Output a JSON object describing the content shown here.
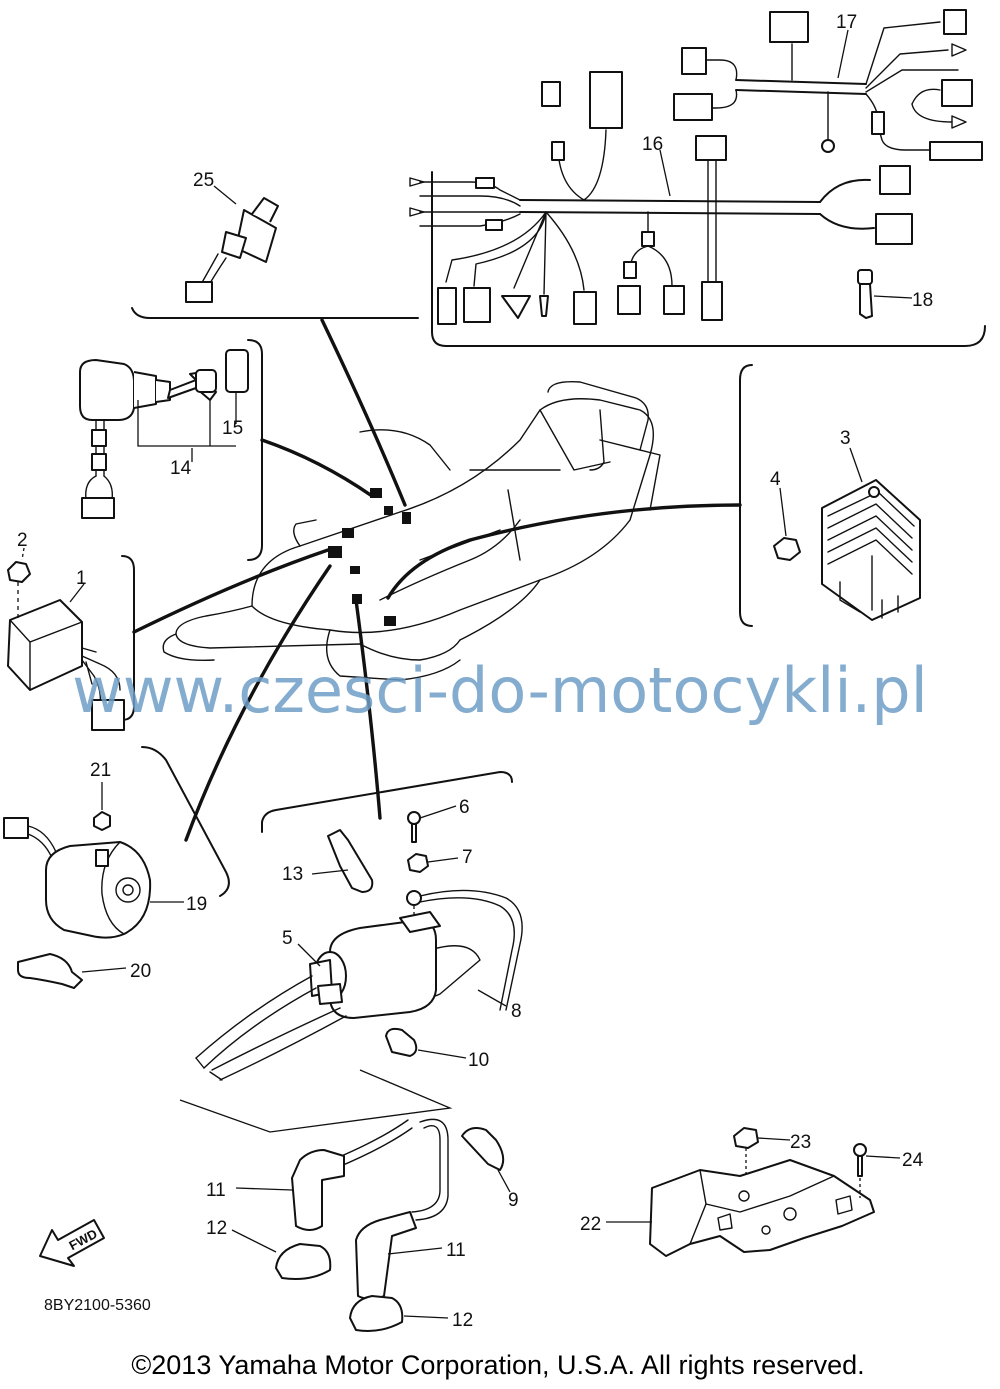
{
  "diagram": {
    "callouts": [
      {
        "id": "1",
        "label": "1"
      },
      {
        "id": "2",
        "label": "2"
      },
      {
        "id": "3",
        "label": "3"
      },
      {
        "id": "4",
        "label": "4"
      },
      {
        "id": "5",
        "label": "5"
      },
      {
        "id": "6",
        "label": "6"
      },
      {
        "id": "7",
        "label": "7"
      },
      {
        "id": "8",
        "label": "8"
      },
      {
        "id": "9",
        "label": "9"
      },
      {
        "id": "10",
        "label": "10"
      },
      {
        "id": "11a",
        "label": "11"
      },
      {
        "id": "11b",
        "label": "11"
      },
      {
        "id": "12a",
        "label": "12"
      },
      {
        "id": "12b",
        "label": "12"
      },
      {
        "id": "13",
        "label": "13"
      },
      {
        "id": "14",
        "label": "14"
      },
      {
        "id": "15",
        "label": "15"
      },
      {
        "id": "16",
        "label": "16"
      },
      {
        "id": "17",
        "label": "17"
      },
      {
        "id": "18",
        "label": "18"
      },
      {
        "id": "19",
        "label": "19"
      },
      {
        "id": "20",
        "label": "20"
      },
      {
        "id": "21",
        "label": "21"
      },
      {
        "id": "22",
        "label": "22"
      },
      {
        "id": "23",
        "label": "23"
      },
      {
        "id": "24",
        "label": "24"
      },
      {
        "id": "25",
        "label": "25"
      }
    ],
    "fwd_label": "FWD",
    "diagram_code": "8BY2100-5360",
    "watermark": "www.czesci-do-motocykli.pl",
    "copyright": "©2013 Yamaha Motor Corporation, U.S.A. All rights reserved."
  }
}
